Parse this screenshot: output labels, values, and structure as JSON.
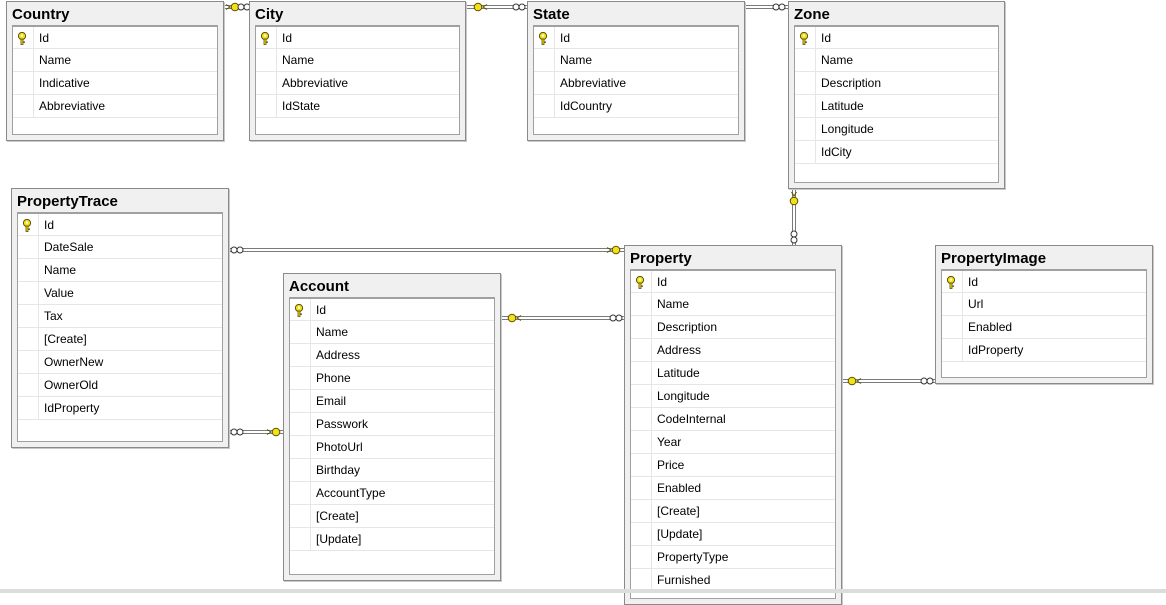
{
  "tables": [
    {
      "id": "Country",
      "name": "Country",
      "columns": [
        {
          "name": "Id",
          "pk": true
        },
        {
          "name": "Name"
        },
        {
          "name": "Indicative"
        },
        {
          "name": "Abbreviative"
        }
      ]
    },
    {
      "id": "City",
      "name": "City",
      "columns": [
        {
          "name": "Id",
          "pk": true
        },
        {
          "name": "Name"
        },
        {
          "name": "Abbreviative"
        },
        {
          "name": "IdState"
        }
      ]
    },
    {
      "id": "State",
      "name": "State",
      "columns": [
        {
          "name": "Id",
          "pk": true
        },
        {
          "name": "Name"
        },
        {
          "name": "Abbreviative"
        },
        {
          "name": "IdCountry"
        }
      ]
    },
    {
      "id": "Zone",
      "name": "Zone",
      "columns": [
        {
          "name": "Id",
          "pk": true
        },
        {
          "name": "Name"
        },
        {
          "name": "Description"
        },
        {
          "name": "Latitude"
        },
        {
          "name": "Longitude"
        },
        {
          "name": "IdCity"
        }
      ]
    },
    {
      "id": "PropertyTrace",
      "name": "PropertyTrace",
      "columns": [
        {
          "name": "Id",
          "pk": true
        },
        {
          "name": "DateSale"
        },
        {
          "name": "Name"
        },
        {
          "name": "Value"
        },
        {
          "name": "Tax"
        },
        {
          "name": "[Create]"
        },
        {
          "name": "OwnerNew"
        },
        {
          "name": "OwnerOld"
        },
        {
          "name": "IdProperty"
        }
      ]
    },
    {
      "id": "Account",
      "name": "Account",
      "columns": [
        {
          "name": "Id",
          "pk": true
        },
        {
          "name": "Name"
        },
        {
          "name": "Address"
        },
        {
          "name": "Phone"
        },
        {
          "name": "Email"
        },
        {
          "name": "Passwork"
        },
        {
          "name": "PhotoUrl"
        },
        {
          "name": "Birthday"
        },
        {
          "name": "AccountType"
        },
        {
          "name": "[Create]"
        },
        {
          "name": "[Update]"
        }
      ]
    },
    {
      "id": "Property",
      "name": "Property",
      "columns": [
        {
          "name": "Id",
          "pk": true
        },
        {
          "name": "Name"
        },
        {
          "name": "Description"
        },
        {
          "name": "Address"
        },
        {
          "name": "Latitude"
        },
        {
          "name": "Longitude"
        },
        {
          "name": "CodeInternal"
        },
        {
          "name": "Year"
        },
        {
          "name": "Price"
        },
        {
          "name": "Enabled"
        },
        {
          "name": "[Create]"
        },
        {
          "name": "[Update]"
        },
        {
          "name": "PropertyType"
        },
        {
          "name": "Furnished"
        }
      ]
    },
    {
      "id": "PropertyImage",
      "name": "PropertyImage",
      "columns": [
        {
          "name": "Id",
          "pk": true
        },
        {
          "name": "Url"
        },
        {
          "name": "Enabled"
        },
        {
          "name": "IdProperty"
        }
      ]
    }
  ],
  "relationships": [
    {
      "from": "Country",
      "to": "City"
    },
    {
      "from": "City",
      "to": "State"
    },
    {
      "from": "State",
      "to": "Zone"
    },
    {
      "from": "Zone",
      "to": "Property"
    },
    {
      "from": "PropertyTrace",
      "to": "Property"
    },
    {
      "from": "Account",
      "to": "Property"
    },
    {
      "from": "PropertyTrace",
      "to": "Account"
    },
    {
      "from": "Property",
      "to": "PropertyImage"
    }
  ],
  "colors": {
    "key_icon": "#f2e01a",
    "key_icon_stroke": "#5a5000",
    "connector": "#7a7a7a"
  }
}
